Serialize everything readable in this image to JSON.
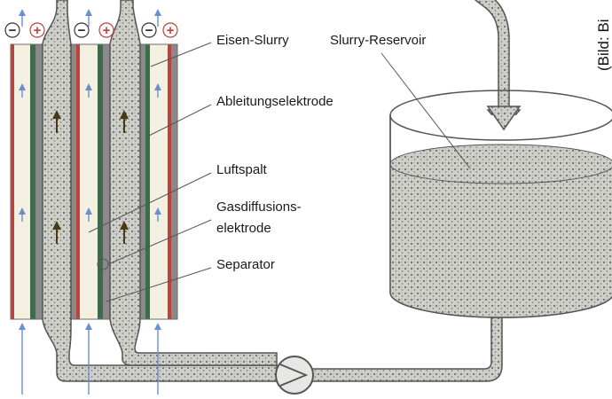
{
  "labels": {
    "eisen_slurry": "Eisen-Slurry",
    "ableitungselektrode": "Ableitungselektrode",
    "luftspalt": "Luftspalt",
    "gasdiffusion_line1": "Gasdiffusions-",
    "gasdiffusion_line2": "elektrode",
    "separator": "Separator",
    "slurry_reservoir": "Slurry-Reservoir"
  },
  "credit": "(Bild: Bi",
  "terminals": [
    "−",
    "+",
    "−",
    "+",
    "−",
    "+"
  ],
  "colors": {
    "slurry_fill": "#c9c9c4",
    "slurry_dots": "#6f6f6a",
    "outline": "#555555",
    "red_electrode": "#c0413a",
    "green_electrode": "#3f6b4c",
    "gray_electrode": "#8a8a8a",
    "air_gap": "#f4f0e2",
    "air_arrow": "#6a8fd0",
    "slurry_arrow": "#4a3a14"
  },
  "icons": [
    "minus-terminal-icon",
    "plus-terminal-icon",
    "pump-icon",
    "air-flow-arrow-icon",
    "slurry-flow-arrow-icon"
  ]
}
